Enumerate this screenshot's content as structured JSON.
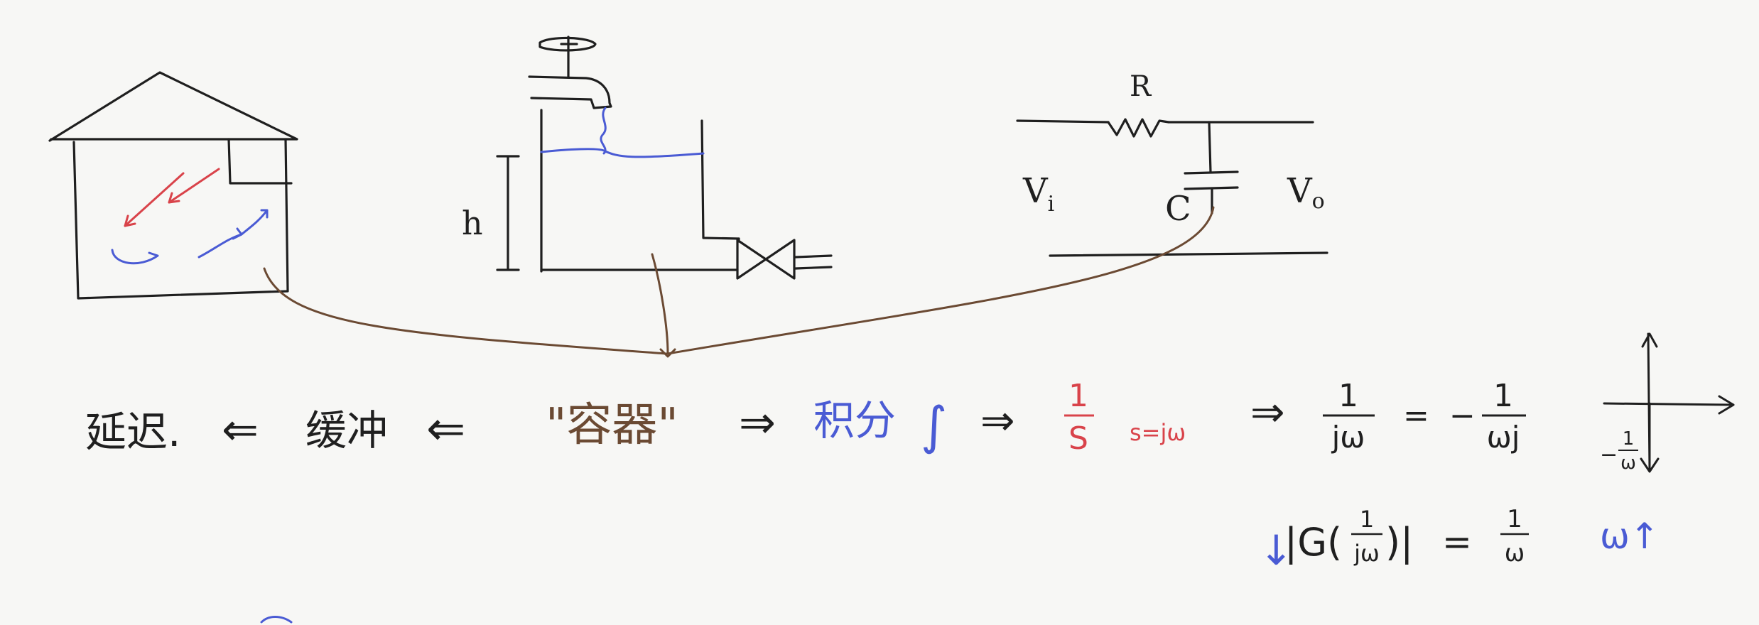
{
  "colors": {
    "ink": "#1f1f1f",
    "blue": "#4a5bd4",
    "red": "#d9434a",
    "brown": "#6b4a33",
    "background": "#f7f7f5"
  },
  "sketches": {
    "house": {
      "flow_arrows": "warm-red / cool-blue circulation"
    },
    "tank": {
      "level_label": "h"
    },
    "circuit": {
      "resistor_label": "R",
      "capacitor_label": "C",
      "input_label": "Vi",
      "input_main": "V",
      "input_sub": "i",
      "output_label": "Vo",
      "output_main": "V",
      "output_sub": "o"
    }
  },
  "concept_chain": {
    "delay": "延迟.",
    "arrow_left_1": "⇐",
    "buffer": "缓冲",
    "arrow_left_2": "⇐",
    "container": "\"容器\"",
    "arrow_right_1": "⇒",
    "integral": "积分",
    "integral_symbol": "∫",
    "arrow_right_2": "⇒",
    "tf_num": "1",
    "tf_den": "S",
    "tf_sub": "s=jω",
    "arrow_right_3": "⇒",
    "freq_num": "1",
    "freq_den": "jω",
    "equals": "=",
    "neg_num": "1",
    "neg_den": "ωj",
    "minus": "−"
  },
  "phasor": {
    "label_num": "1",
    "label_den": "ω",
    "label_minus": "−"
  },
  "magnitude": {
    "down_arrow": "↓",
    "expr": "|G(",
    "inner_num": "1",
    "inner_den": "jω",
    "expr_close": ")|",
    "equals": "=",
    "rhs_num": "1",
    "rhs_den": "ω",
    "omega_up": "ω↑"
  }
}
